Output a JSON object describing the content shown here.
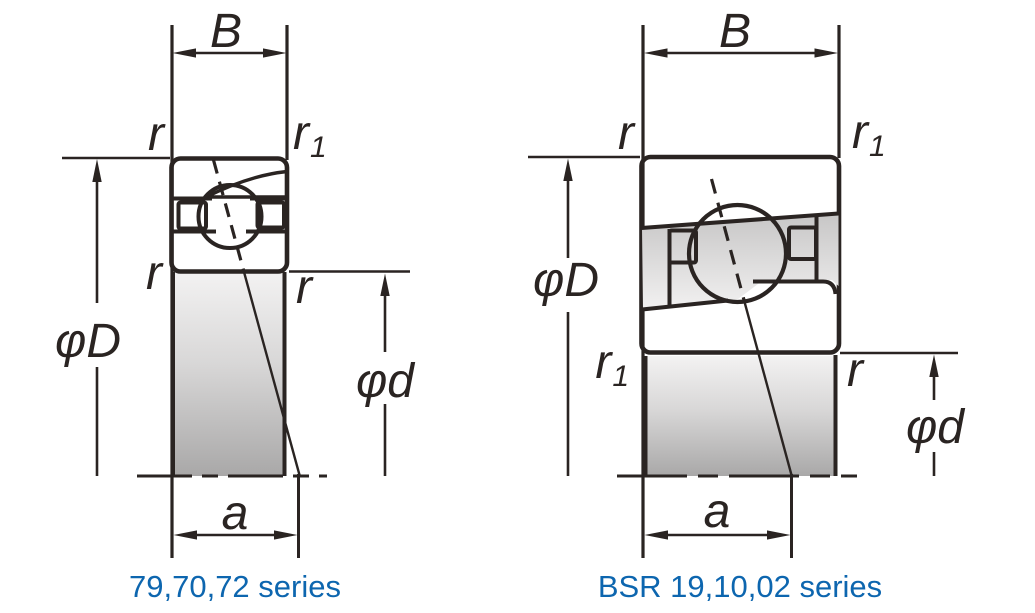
{
  "diagram_type": "angular-contact-ball-bearing-cross-sections",
  "colors": {
    "line_black": "#2a2422",
    "ring_fill_blue": "#cfd9ee",
    "series_label_blue": "#0d66af",
    "shaft_gray_top": "#f2f1f1",
    "shaft_gray_bottom": "#a9a8a8"
  },
  "figures": {
    "left": {
      "series_label": "79,70,72 series",
      "labels": {
        "width": "B",
        "outer_dia": "φD",
        "bore_dia": "φd",
        "contact_dim": "a",
        "chamfer_r": "r",
        "chamfer_r1_base": "r",
        "chamfer_r1_sub": "1"
      }
    },
    "right": {
      "series_label": "BSR 19,10,02 series",
      "labels": {
        "width": "B",
        "outer_dia": "φD",
        "bore_dia": "φd",
        "contact_dim": "a",
        "chamfer_r": "r",
        "chamfer_r1_base": "r",
        "chamfer_r1_sub": "1"
      }
    }
  }
}
